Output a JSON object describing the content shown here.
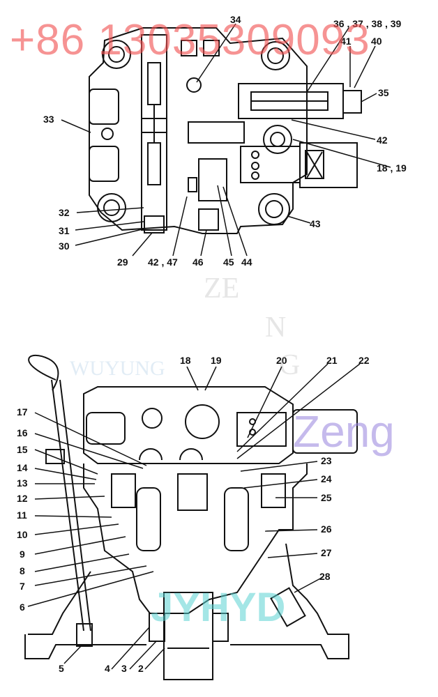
{
  "watermarks": {
    "phone": "+86 13035309093",
    "brand_zeng": "Zeng",
    "brand_jyhyd": "JYHYD",
    "faint_z": "ZE",
    "faint_n": "N",
    "faint_g": "G",
    "faint_row": "WUYUNG"
  },
  "top_view_labels": {
    "l34": "34",
    "l36_39": "36 , 37 , 38 , 39",
    "l41": "41",
    "l40": "40",
    "l35": "35",
    "l33": "33",
    "l42a": "42",
    "l18_19a": "18 , 19",
    "l32": "32",
    "l31": "31",
    "l30": "30",
    "l43": "43",
    "l29": "29",
    "l42_47": "42 , 47",
    "l46": "46",
    "l45": "45",
    "l44": "44"
  },
  "section_view_labels": {
    "l18": "18",
    "l19": "19",
    "l20": "20",
    "l21": "21",
    "l22": "22",
    "l17": "17",
    "l16": "16",
    "l15": "15",
    "l14": "14",
    "l13": "13",
    "l12": "12",
    "l11": "11",
    "l10": "10",
    "l9": "9",
    "l8": "8",
    "l7": "7",
    "l6": "6",
    "l5": "5",
    "l4": "4",
    "l3": "3",
    "l2": "2",
    "l23": "23",
    "l24": "24",
    "l25": "25",
    "l26": "26",
    "l27": "27",
    "l28": "28"
  }
}
